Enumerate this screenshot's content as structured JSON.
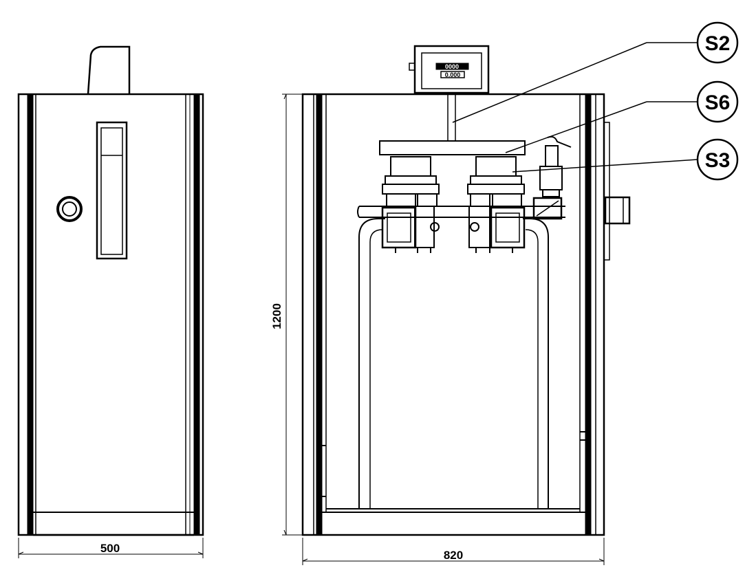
{
  "dimensions": {
    "side_width": "500",
    "front_width": "820",
    "front_height": "1200"
  },
  "callouts": [
    {
      "id": "s2",
      "label": "S2"
    },
    {
      "id": "s6",
      "label": "S6"
    },
    {
      "id": "s3",
      "label": "S3"
    }
  ],
  "display_panel": {
    "line1": "0000",
    "line2": "0.000"
  }
}
